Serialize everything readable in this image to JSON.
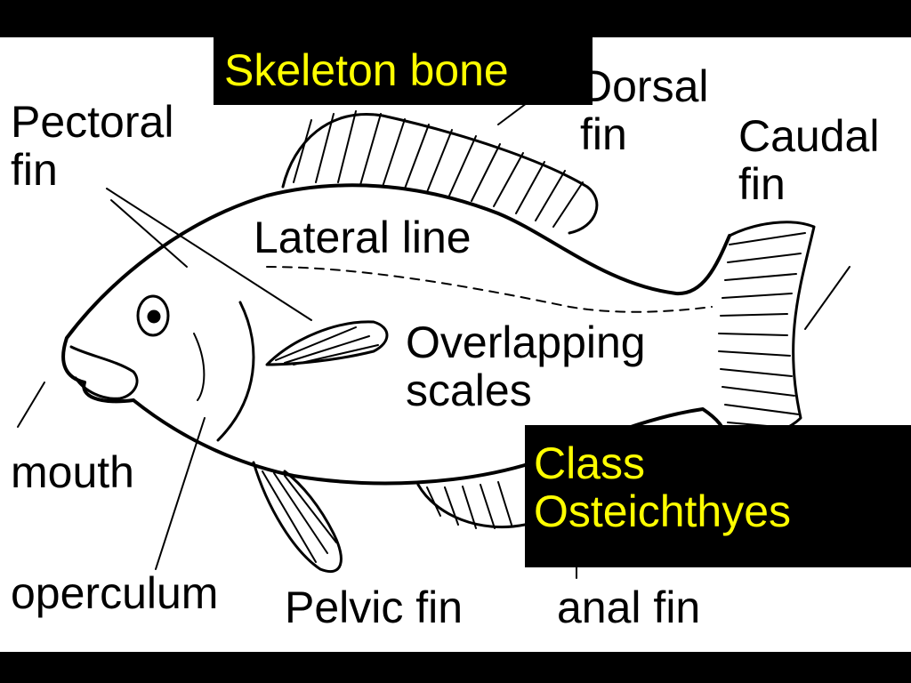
{
  "title": "Skeleton bone",
  "labels": {
    "pectoral_line1": "Pectoral",
    "pectoral_line2": "fin",
    "dorsal_line1": "Dorsal",
    "dorsal_line2": "fin",
    "caudal_line1": "Caudal",
    "caudal_line2": "fin",
    "lateral_line": "Lateral line",
    "overlapping_line1": "Overlapping",
    "overlapping_line2": "scales",
    "mouth": "mouth",
    "operculum": "operculum",
    "pelvic": "Pelvic fin",
    "anal": "anal fin"
  },
  "class_box": {
    "line1": "Class",
    "line2": "Osteichthyes"
  },
  "colors": {
    "background": "#000000",
    "canvas": "#ffffff",
    "highlight_text": "#ffff00",
    "ink": "#000000"
  }
}
